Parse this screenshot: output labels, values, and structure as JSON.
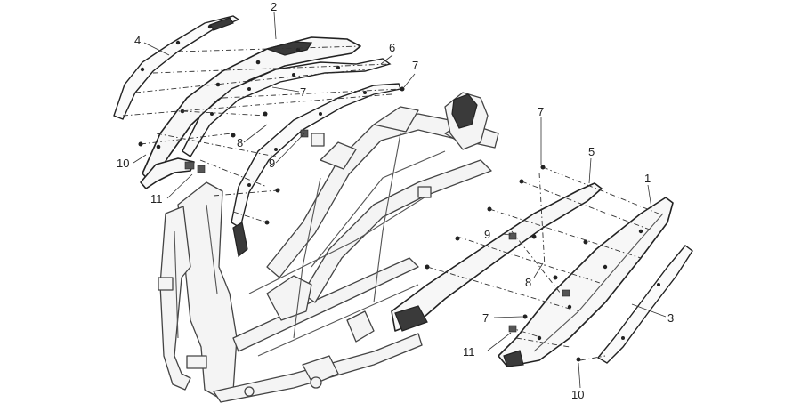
{
  "callouts": {
    "c1": "1",
    "c2": "2",
    "c3": "3",
    "c4": "4",
    "c5": "5",
    "c6": "6",
    "c7a": "7",
    "c7b": "7",
    "c7c": "7",
    "c7d": "7",
    "c8a": "8",
    "c8b": "8",
    "c9a": "9",
    "c9b": "9",
    "c10a": "10",
    "c10b": "10",
    "c11a": "11",
    "c11b": "11"
  }
}
